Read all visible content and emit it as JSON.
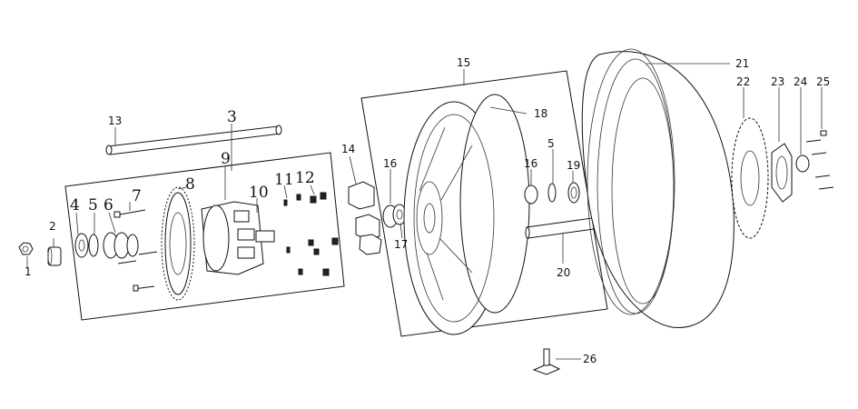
{
  "diagram": {
    "title": "Rear wheel exploded parts diagram",
    "callouts": [
      {
        "id": "c1",
        "text": "1"
      },
      {
        "id": "c2",
        "text": "2"
      },
      {
        "id": "c3",
        "text": "3"
      },
      {
        "id": "c4",
        "text": "4"
      },
      {
        "id": "c5a",
        "text": "5"
      },
      {
        "id": "c6",
        "text": "6"
      },
      {
        "id": "c7",
        "text": "7"
      },
      {
        "id": "c8",
        "text": "8"
      },
      {
        "id": "c9",
        "text": "9"
      },
      {
        "id": "c10",
        "text": "10"
      },
      {
        "id": "c11",
        "text": "11"
      },
      {
        "id": "c12",
        "text": "12"
      },
      {
        "id": "c13",
        "text": "13"
      },
      {
        "id": "c14",
        "text": "14"
      },
      {
        "id": "c15",
        "text": "15"
      },
      {
        "id": "c16a",
        "text": "16"
      },
      {
        "id": "c17",
        "text": "17"
      },
      {
        "id": "c16b",
        "text": "16"
      },
      {
        "id": "c5b",
        "text": "5"
      },
      {
        "id": "c18",
        "text": "18"
      },
      {
        "id": "c19",
        "text": "19"
      },
      {
        "id": "c20",
        "text": "20"
      },
      {
        "id": "c21",
        "text": "21"
      },
      {
        "id": "c22",
        "text": "22"
      },
      {
        "id": "c23",
        "text": "23"
      },
      {
        "id": "c24",
        "text": "24"
      },
      {
        "id": "c25",
        "text": "25"
      },
      {
        "id": "c26",
        "text": "26"
      }
    ]
  }
}
